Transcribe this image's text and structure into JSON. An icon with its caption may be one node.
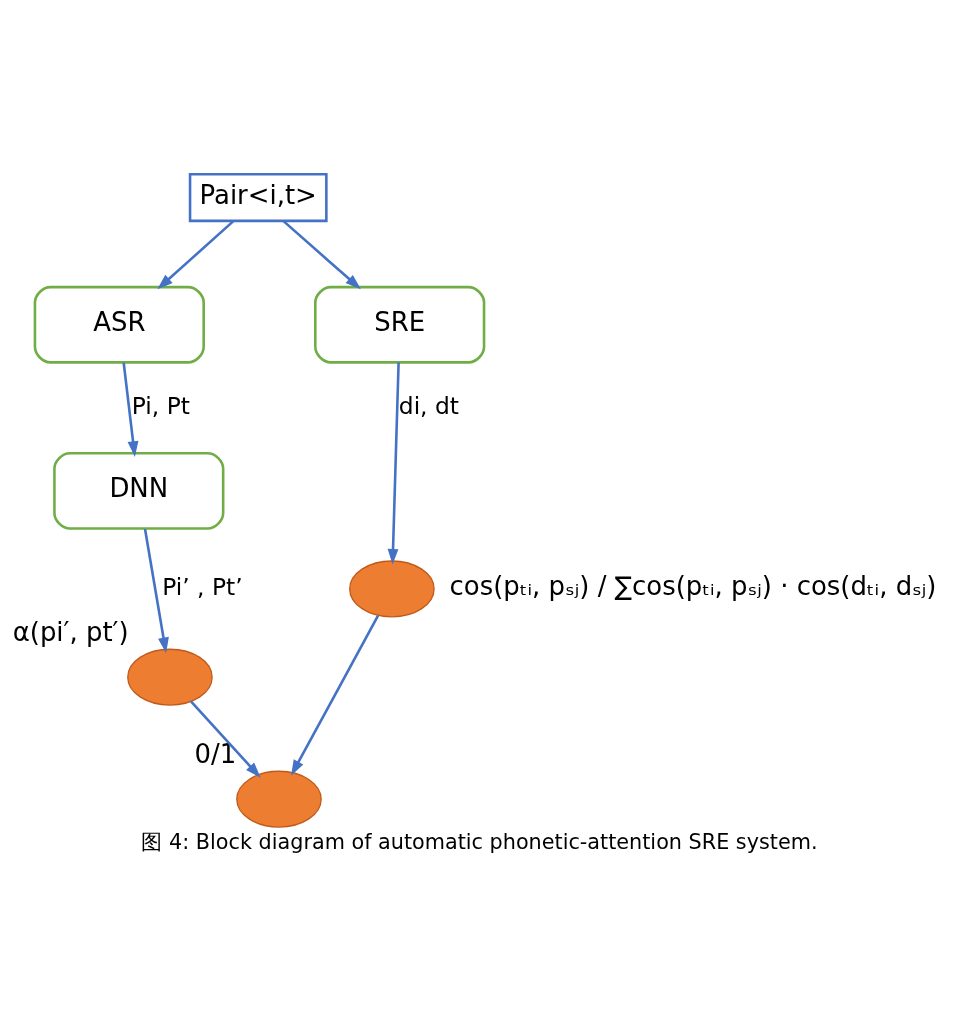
{
  "diagram": {
    "caption": "图 4: Block diagram of automatic phonetic-attention SRE system.",
    "nodes": [
      {
        "text": [
          "Pair<i,t>"
        ]
      },
      {
        "text": [
          "ASR"
        ]
      },
      {
        "text": [
          "SRE"
        ]
      },
      {
        "text": [
          "DNN"
        ]
      },
      {
        "text": [],
        "shape": "circle",
        "beside": [
          "α(pi′, pt′)"
        ]
      },
      {
        "text": [],
        "shape": "circle"
      },
      {
        "text": [],
        "shape": "circle",
        "beside": [
          "0/1"
        ]
      }
    ],
    "edges": [
      {
        "from": 0,
        "to": 1,
        "arrow": "to"
      },
      {
        "from": 0,
        "to": 2,
        "arrow": "to"
      },
      {
        "from": 1,
        "to": 3,
        "arrow": "to",
        "label": "Pi, Pt"
      },
      {
        "from": 3,
        "to": 4,
        "arrow": "to",
        "label": "Pi’ , Pt’"
      },
      {
        "from": 2,
        "to": 5,
        "arrow": "to",
        "label": "di, dt"
      },
      {
        "from": 4,
        "to": 6,
        "arrow": "to"
      },
      {
        "from": 5,
        "to": 6,
        "arrow": "to"
      }
    ],
    "labels": [
      "cos(pₜᵢ, pₛⱼ) / ∑cos(pₜᵢ, pₛⱼ) · cos(dₜᵢ, dₛⱼ)"
    ]
  }
}
